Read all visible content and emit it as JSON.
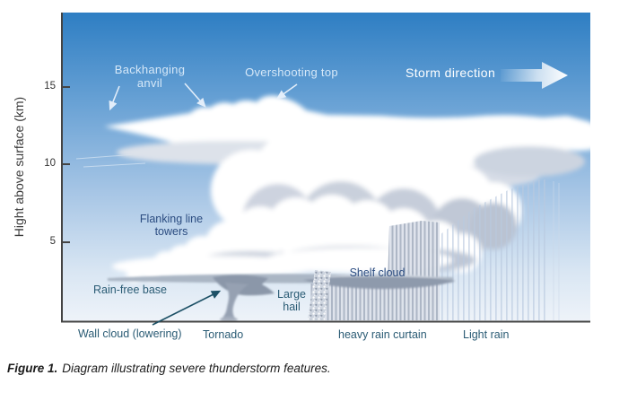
{
  "diagram": {
    "y_axis": {
      "label": "Hight above surface (km)",
      "ticks": [
        "15",
        "10",
        "5"
      ]
    },
    "annotations": {
      "backhanging_anvil": {
        "line1": "Backhanging",
        "line2": "anvil"
      },
      "overshooting_top": "Overshooting top",
      "storm_direction": "Storm direction",
      "flanking_line": {
        "line1": "Flanking line",
        "line2": "towers"
      },
      "shelf_cloud": "Shelf cloud",
      "rain_free_base": "Rain-free base",
      "large_hail": {
        "line1": "Large",
        "line2": "hail"
      },
      "wall_cloud": "Wall cloud (lowering)",
      "tornado": "Tornado",
      "heavy_rain_curtain": "heavy rain curtain",
      "light_rain": "Light rain"
    },
    "caption": {
      "bold": "Figure 1.",
      "rest": "Diagram illustrating severe thunderstorm features."
    }
  },
  "colors": {
    "sky_top": "#2e7ec3",
    "sky_bottom": "#eef3f9",
    "label_light_blue": "#d6e8f8",
    "label_white": "#ffffff",
    "label_navy": "#2b4c80",
    "label_teal": "#2a5b74",
    "axis": "#444444",
    "cloud_shadow": "#c5ccd9",
    "rain_gray": "#a7b1c1"
  }
}
